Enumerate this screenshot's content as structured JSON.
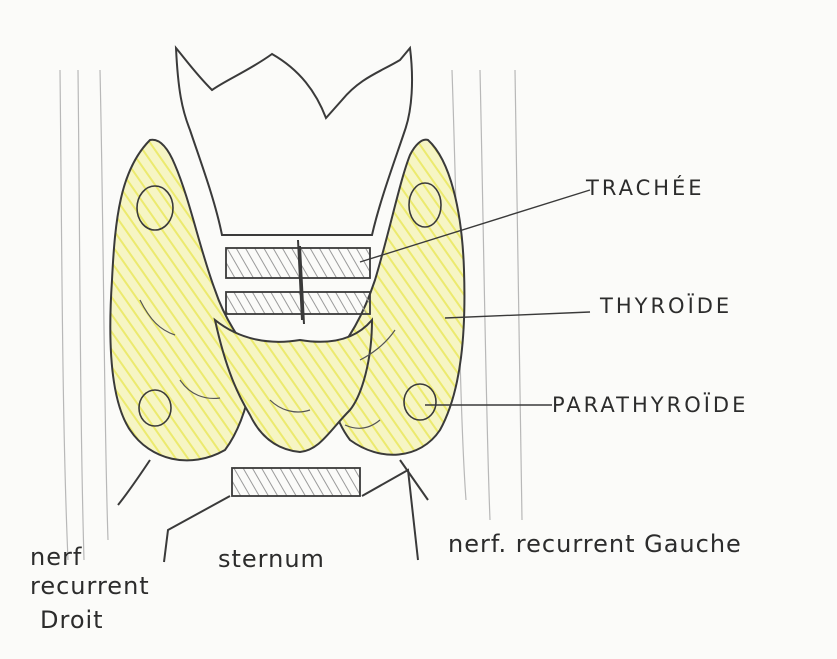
{
  "labels": {
    "trachee": "TRACHÉE",
    "thyroide": "THYROÏDE",
    "parathyroide": "PARATHYROÏDE",
    "sternum": "sternum",
    "nerf_gauche": "nerf. recurrent Gauche",
    "nerf_droit_line1": "nerf",
    "nerf_droit_line2": "recurrent",
    "nerf_droit_line3": "Droit"
  },
  "colors": {
    "paper": "#fbfbf9",
    "ink": "#3a3a3a",
    "thyroid_fill": "#f3f2a0",
    "shade": "#b0b0b0"
  }
}
